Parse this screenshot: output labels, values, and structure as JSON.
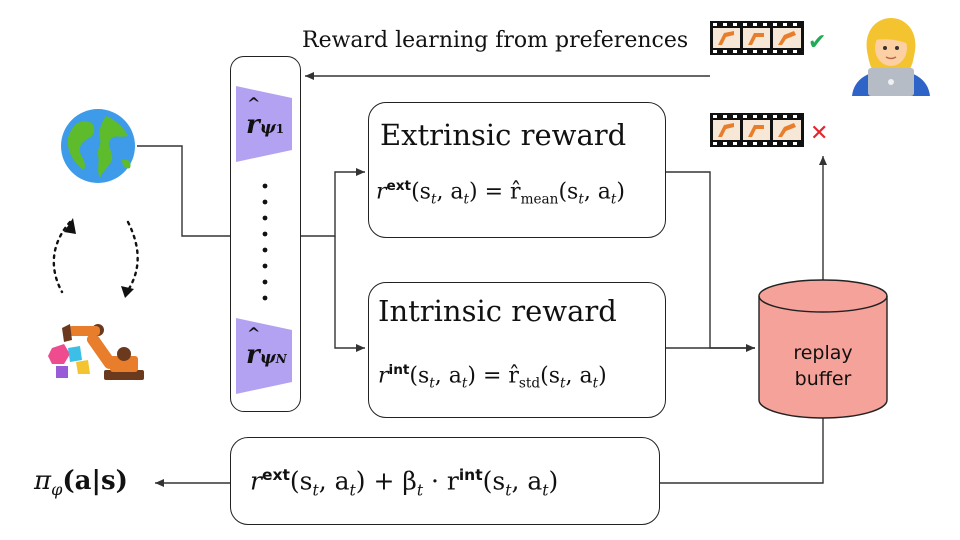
{
  "preference": {
    "label": "Reward learning from preferences",
    "accepted_mark": "✔",
    "rejected_mark": "✕"
  },
  "ensemble": {
    "first_model": {
      "hat": "r",
      "sub": "ψ",
      "index": "1"
    },
    "last_model": {
      "hat": "r",
      "sub": "ψ",
      "index": "N"
    }
  },
  "extrinsic": {
    "title": "Extrinsic reward",
    "lhs": "r",
    "lhs_sup": "ext",
    "args": "(s",
    "t": "t",
    "a": ", a",
    "rhs": ") = r̂",
    "rhs_sub": "mean",
    "rhs_args": "(s",
    "rhs_a": ", a",
    "close": ")"
  },
  "intrinsic": {
    "title": "Intrinsic reward",
    "lhs": "r",
    "lhs_sup": "int",
    "args": "(s",
    "t": "t",
    "a": ", a",
    "rhs": ") = r̂",
    "rhs_sub": "std",
    "rhs_args": "(s",
    "rhs_a": ", a",
    "close": ")"
  },
  "buffer": {
    "line1": "replay",
    "line2": "buffer",
    "color": "#f4a29a"
  },
  "combined": {
    "r1": "r",
    "r1_sup": "ext",
    "args1": "(s",
    "t": "t",
    "a1": ", a",
    "plus": ") + β",
    "beta_sub": "t",
    "dot": " · r",
    "r2_sup": "int",
    "args2": "(s",
    "a2": ", a",
    "close": ")"
  },
  "policy": {
    "pi": "π",
    "pi_sub": "φ",
    "args": "(a|s)"
  },
  "colors": {
    "reward_model": "#b3a2f2",
    "check": "#22aa55",
    "cross": "#e3262d",
    "robot": "#e87d2b"
  },
  "icons": [
    "globe-icon",
    "cycle-arrows-icon",
    "robot-arm-icon",
    "film-strip-icon",
    "person-laptop-icon"
  ]
}
